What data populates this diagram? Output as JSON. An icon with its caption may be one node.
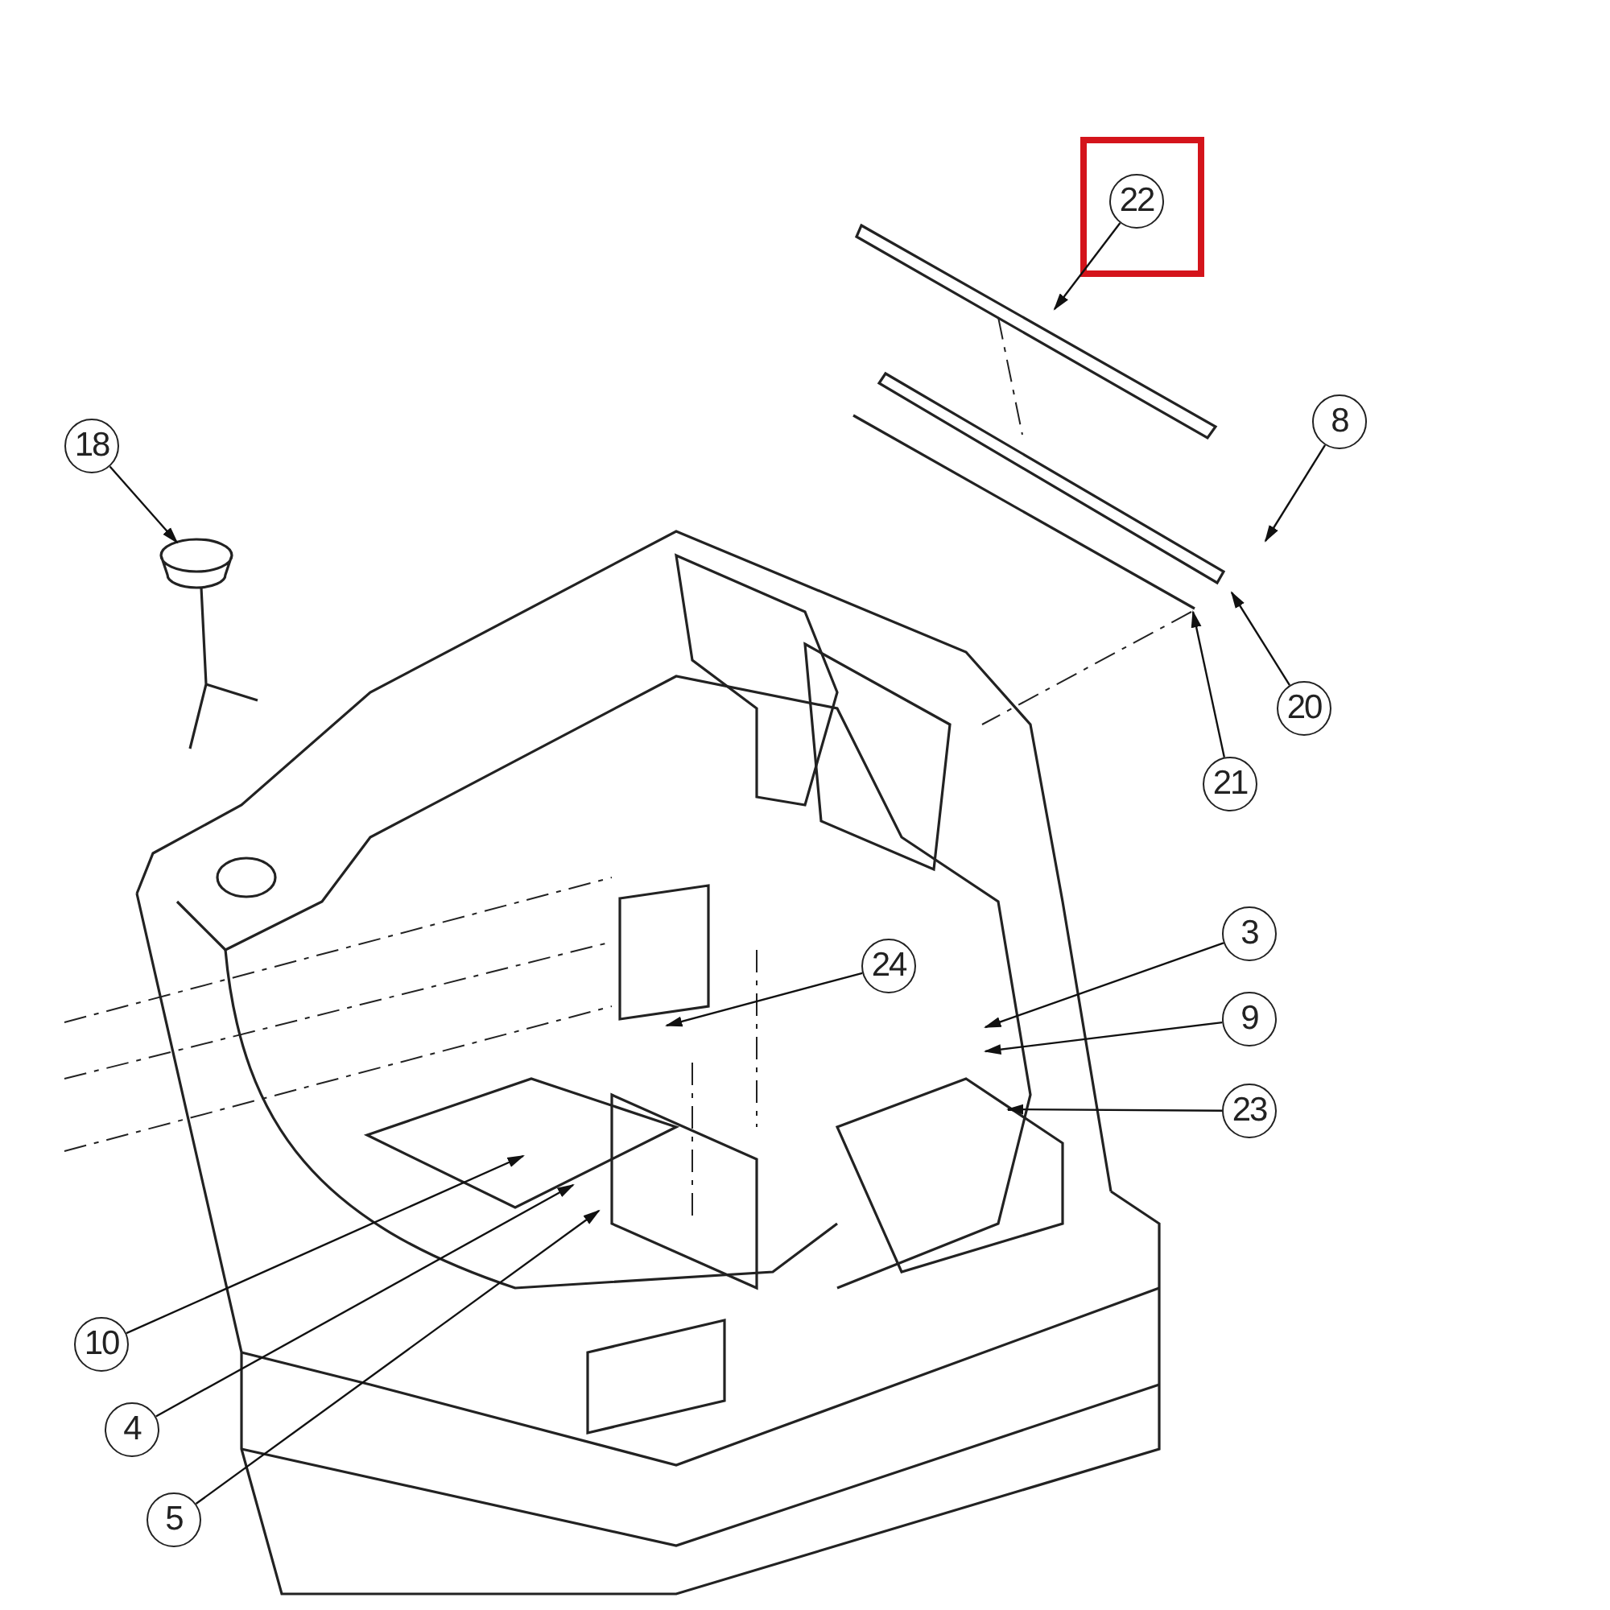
{
  "diagram": {
    "nodes": [
      {
        "text": [
          "22"
        ]
      },
      {
        "text": [
          "18"
        ]
      },
      {
        "text": [
          "8"
        ]
      },
      {
        "text": [
          "20"
        ]
      },
      {
        "text": [
          "21"
        ]
      },
      {
        "text": [
          "3"
        ]
      },
      {
        "text": [
          "24"
        ]
      },
      {
        "text": [
          "9"
        ]
      },
      {
        "text": [
          "23"
        ]
      },
      {
        "text": [
          "10"
        ]
      },
      {
        "text": [
          "4"
        ]
      },
      {
        "text": [
          "5"
        ]
      }
    ],
    "edges": [
      {
        "from": 0,
        "to": null,
        "arrow": "to"
      },
      {
        "from": 1,
        "to": null,
        "arrow": "to"
      },
      {
        "from": 2,
        "to": null,
        "arrow": "to"
      },
      {
        "from": 3,
        "to": null,
        "arrow": "to"
      },
      {
        "from": 4,
        "to": null,
        "arrow": "to"
      },
      {
        "from": 5,
        "to": null,
        "arrow": "to"
      },
      {
        "from": 6,
        "to": null,
        "arrow": "to"
      },
      {
        "from": 7,
        "to": null,
        "arrow": "to"
      },
      {
        "from": 8,
        "to": null,
        "arrow": "to"
      },
      {
        "from": 9,
        "to": null,
        "arrow": "to"
      },
      {
        "from": 10,
        "to": null,
        "arrow": "to"
      },
      {
        "from": 11,
        "to": null,
        "arrow": "to"
      }
    ]
  }
}
